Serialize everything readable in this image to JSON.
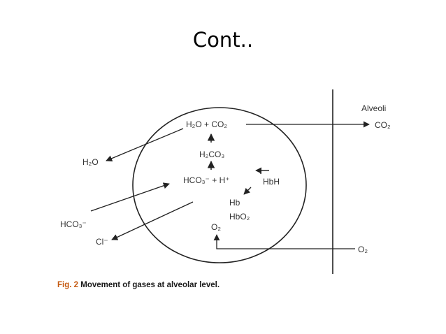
{
  "slide": {
    "title": "Cont.."
  },
  "diagram": {
    "alveoli_label": "Alveoli",
    "caption_fig": "Fig. 2",
    "caption_text": "Movement of gases at alveolar level.",
    "species": {
      "h2o_co2": "H₂O + CO₂",
      "co2_alveoli": "CO₂",
      "h2co3": "H₂CO₃",
      "hco3_h": "HCO₃⁻ + H⁺",
      "hbh": "HbH",
      "hb": "Hb",
      "hbo2": "HbO₂",
      "o2_cell": "O₂",
      "o2_alveoli": "O₂",
      "h2o_out": "H₂O",
      "hco3_out": "HCO₃⁻",
      "cl_in": "Cl⁻"
    }
  }
}
